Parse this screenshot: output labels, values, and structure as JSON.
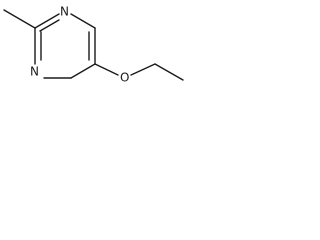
{
  "diagram_type": "skeletal chemical structure",
  "colors": {
    "bond": "#1a1a1a",
    "label": "#1a1a1a",
    "background": "#ffffff"
  },
  "atoms": {
    "ring_nitrogen_top": "N",
    "ring_nitrogen_bottom": "N",
    "ether_oxygen": "O"
  }
}
